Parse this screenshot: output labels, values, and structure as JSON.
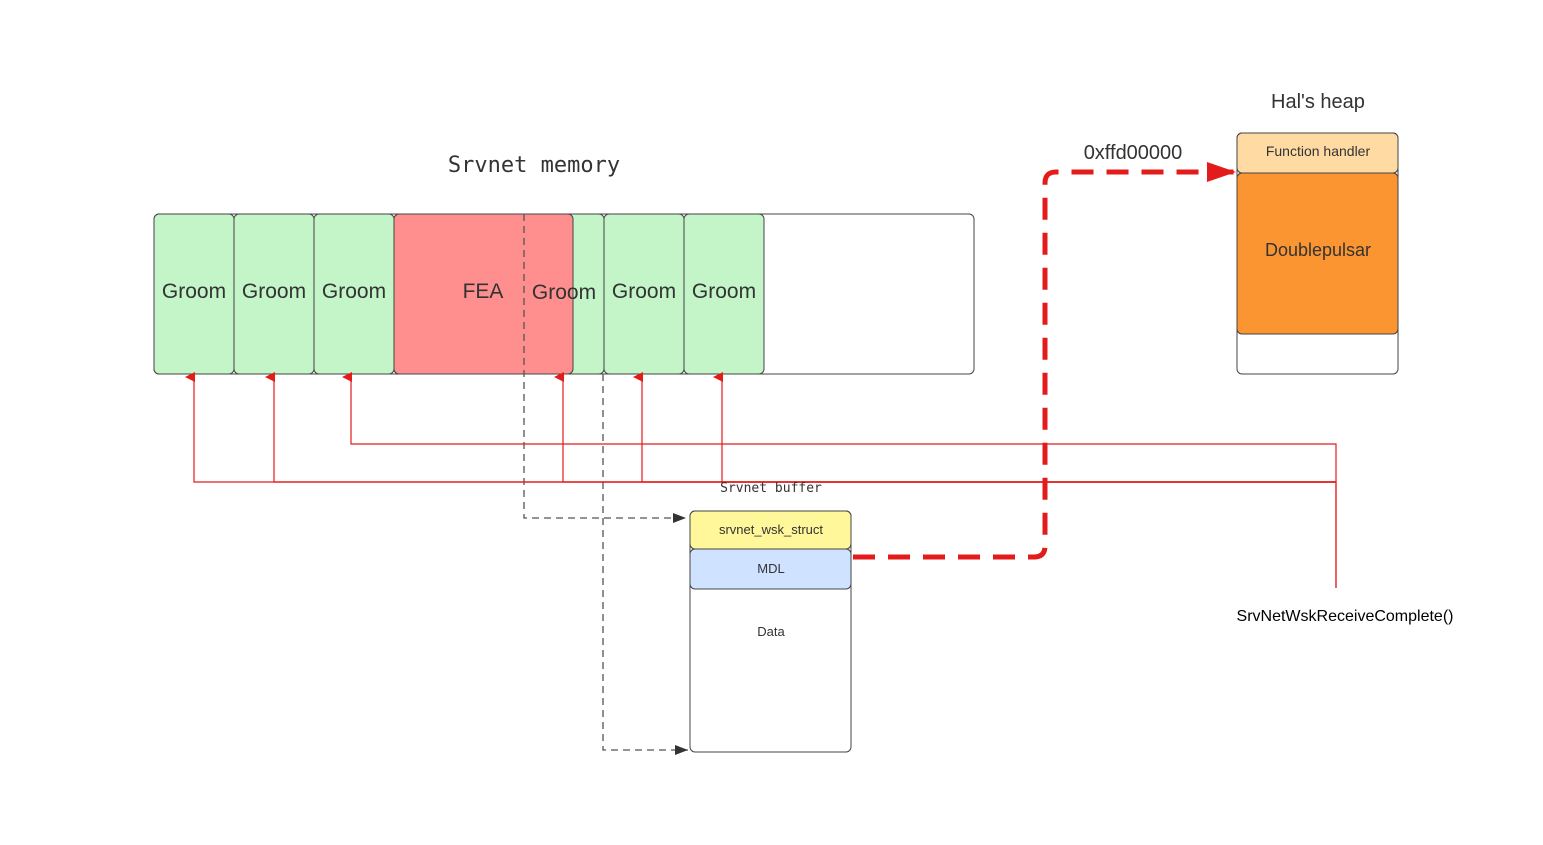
{
  "srvnet_memory": {
    "title": "Srvnet memory",
    "blocks": [
      {
        "label": "Groom",
        "type": "groom"
      },
      {
        "label": "Groom",
        "type": "groom"
      },
      {
        "label": "Groom",
        "type": "groom"
      },
      {
        "label": "FEA",
        "type": "fea"
      },
      {
        "label": "Groom",
        "type": "groom"
      },
      {
        "label": "Groom",
        "type": "groom"
      },
      {
        "label": "Groom",
        "type": "groom"
      }
    ]
  },
  "srvnet_buffer": {
    "title": "Srvnet buffer",
    "sections": [
      {
        "label": "srvnet_wsk_struct",
        "type": "struct"
      },
      {
        "label": "MDL",
        "type": "mdl"
      },
      {
        "label": "Data",
        "type": "data"
      }
    ]
  },
  "hal_heap": {
    "title": "Hal's heap",
    "sections": [
      {
        "label": "Function handler",
        "type": "handler"
      },
      {
        "label": "Doublepulsar",
        "type": "payload"
      }
    ]
  },
  "address_label": "0xffd00000",
  "callback_label": "SrvNetWskReceiveComplete()",
  "colors": {
    "groom": "#c3f5c8",
    "fea": "#ff8f8f",
    "struct": "#fff79a",
    "mdl": "#cfe2ff",
    "handler": "#ffdba3",
    "payload": "#fb9532",
    "red_line": "#e31b1b",
    "gray_line": "#555555",
    "border": "#444444"
  }
}
